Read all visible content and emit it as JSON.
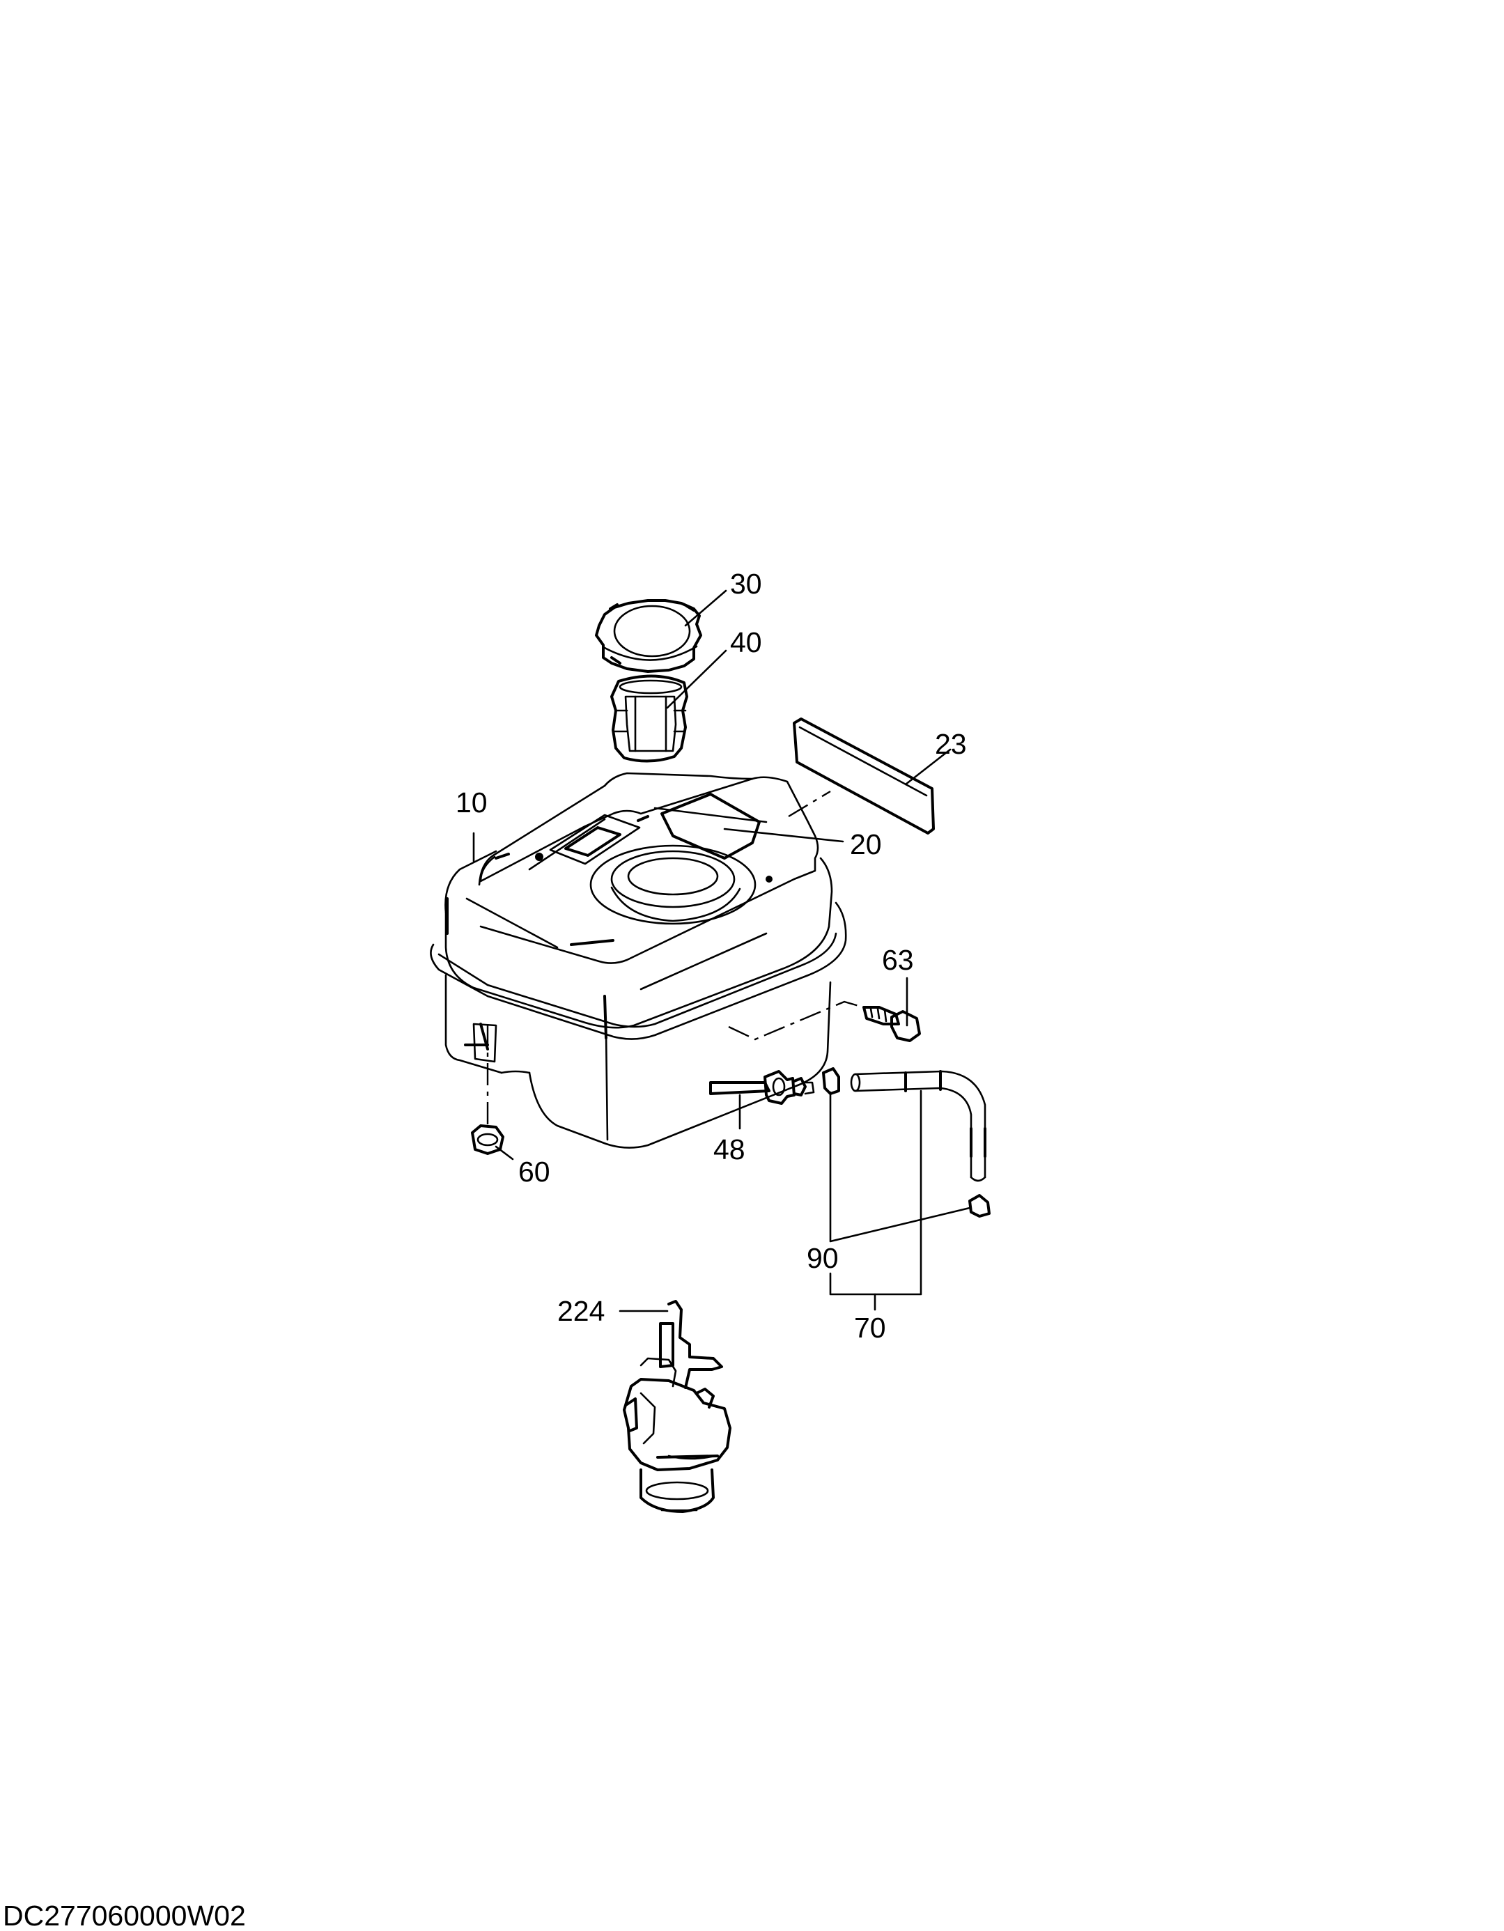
{
  "drawing_code": "DC277060000W02",
  "callouts": {
    "c10": "10",
    "c20": "20",
    "c23": "23",
    "c30": "30",
    "c40": "40",
    "c48": "48",
    "c60": "60",
    "c63": "63",
    "c70": "70",
    "c90": "90",
    "c224": "224"
  }
}
